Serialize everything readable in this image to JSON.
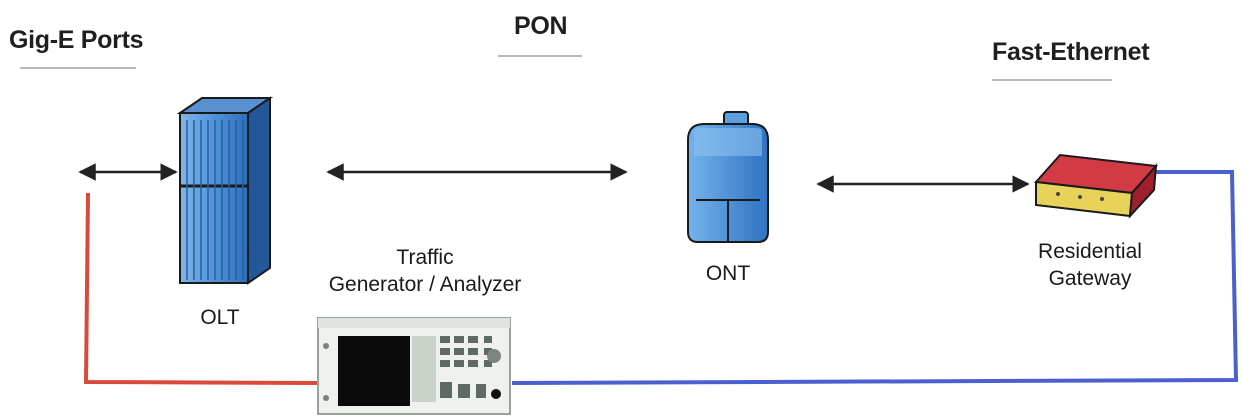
{
  "headers": {
    "gig_e": "Gig-E Ports",
    "pon": "PON",
    "fast_ethernet": "Fast-Ethernet"
  },
  "nodes": {
    "olt": "OLT",
    "traffic_line1": "Traffic",
    "traffic_line2": "Generator / Analyzer",
    "ont": "ONT",
    "gateway_line1": "Residential",
    "gateway_line2": "Gateway"
  },
  "colors": {
    "red_link": "#d94a3c",
    "blue_link": "#4a5fd0",
    "arrow": "#222222",
    "device_blue": "#3d86d4",
    "gateway_red": "#c8283a"
  }
}
